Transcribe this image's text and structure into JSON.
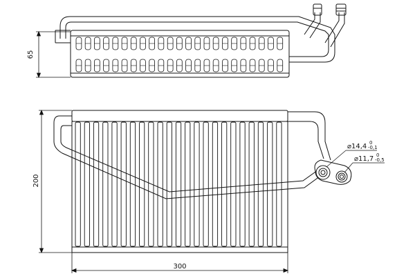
{
  "dimensions": {
    "depth": "65",
    "height": "200",
    "width": "300",
    "port_large": {
      "label": "⌀14,4",
      "tol_upper": "0",
      "tol_lower": "-0,1"
    },
    "port_small": {
      "label": "⌀11,7",
      "tol_upper": "0",
      "tol_lower": "-0,5"
    }
  },
  "views": {
    "top_fin_rows": 2,
    "fin_count": 23
  }
}
